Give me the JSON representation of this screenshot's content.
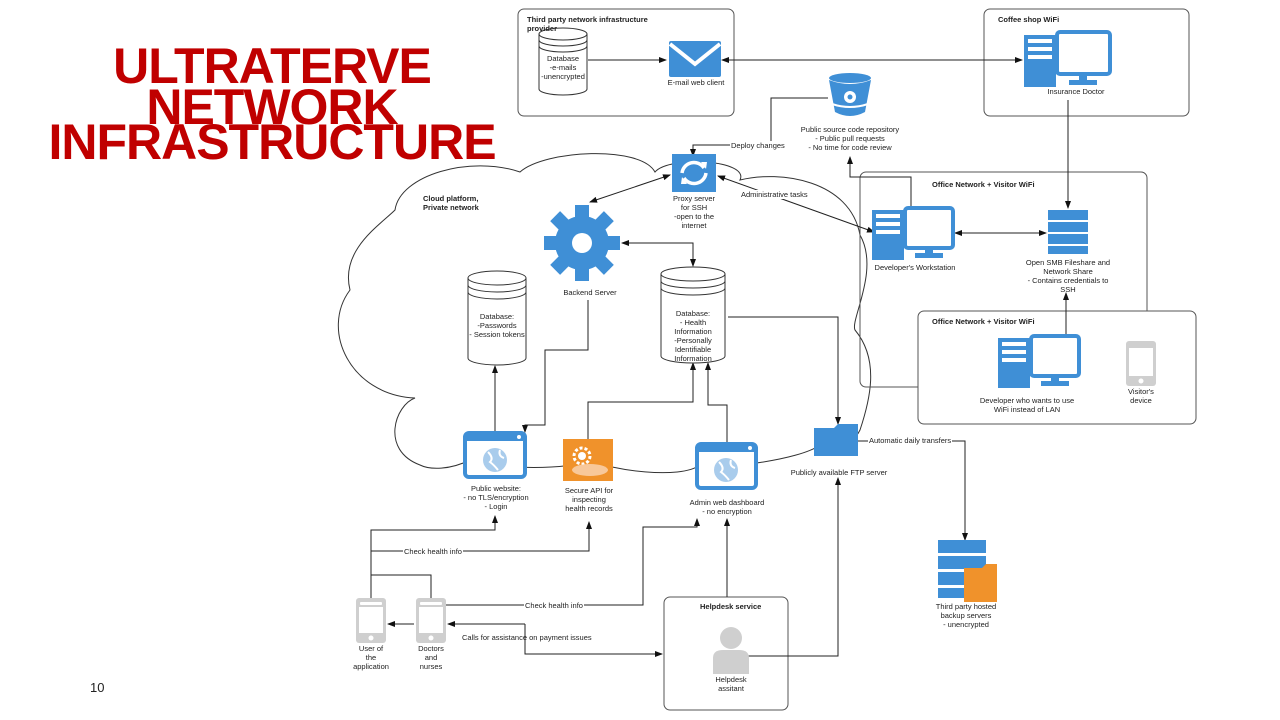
{
  "slide": {
    "title_lines": [
      "ULTRATERVE",
      "NETWORK",
      "INFRASTRUCTURE"
    ],
    "slide_number": "10"
  },
  "colors": {
    "title_red": "#c00000",
    "icon_blue": "#3f8fd6",
    "icon_orange": "#f0922b",
    "icon_gray": "#cfcfcf",
    "line": "#222222"
  },
  "groups": {
    "third_party": "Third party network infrastructure provider",
    "coffee_shop": "Coffee shop WiFi",
    "office_1": "Office Network + Visitor WiFi",
    "office_2": "Office Network + Visitor WiFi",
    "cloud": "Cloud platform, Private network",
    "helpdesk": "Helpdesk service"
  },
  "nodes": {
    "email_db": [
      "Database",
      "-e-mails",
      "-unencrypted"
    ],
    "email_client": "E-mail web client",
    "insurance_doctor": "Insurance Doctor",
    "source_repo": [
      "Public source code repository",
      "- Public pull requests",
      "- No time for code review"
    ],
    "proxy": [
      "Proxy server",
      "for SSH",
      "-open to the",
      "internet"
    ],
    "backend": "Backend Server",
    "db_passwords": [
      "Database:",
      "-Passwords",
      "- Session tokens"
    ],
    "db_health": [
      "Database:",
      "- Health",
      "Information",
      "-Personally",
      "Identifiable",
      "Information"
    ],
    "dev_workstation": "Developer's Workstation",
    "smb_share": [
      "Open SMB Fileshare and",
      "Network Share",
      "- Contains credentials to",
      "SSH"
    ],
    "dev_wifi": [
      "Developer who wants to use",
      "WiFi instead of LAN"
    ],
    "visitor_device": [
      "Visitor's",
      "device"
    ],
    "public_website": [
      "Public website:",
      "- no TLS/encryption",
      "- Login"
    ],
    "secure_api": [
      "Secure API for",
      "inspecting",
      "health records"
    ],
    "admin_dashboard": [
      "Admin web dashboard",
      "- no encryption"
    ],
    "ftp_server": "Publicly available FTP server",
    "backup_servers": [
      "Third party hosted",
      "backup servers",
      "- unencrypted"
    ],
    "app_user": [
      "User of",
      "the",
      "application"
    ],
    "doctors": [
      "Doctors",
      "and",
      "nurses"
    ],
    "helpdesk_assistant": [
      "Helpdesk",
      "assitant"
    ]
  },
  "edges": {
    "deploy_changes": "Deploy changes",
    "admin_tasks": "Administrative tasks",
    "auto_transfers": "Automatic daily transfers",
    "check_health_1": "Check health info",
    "check_health_2": "Check health info",
    "calls_assistance": "Calls for assistance on payment issues"
  }
}
